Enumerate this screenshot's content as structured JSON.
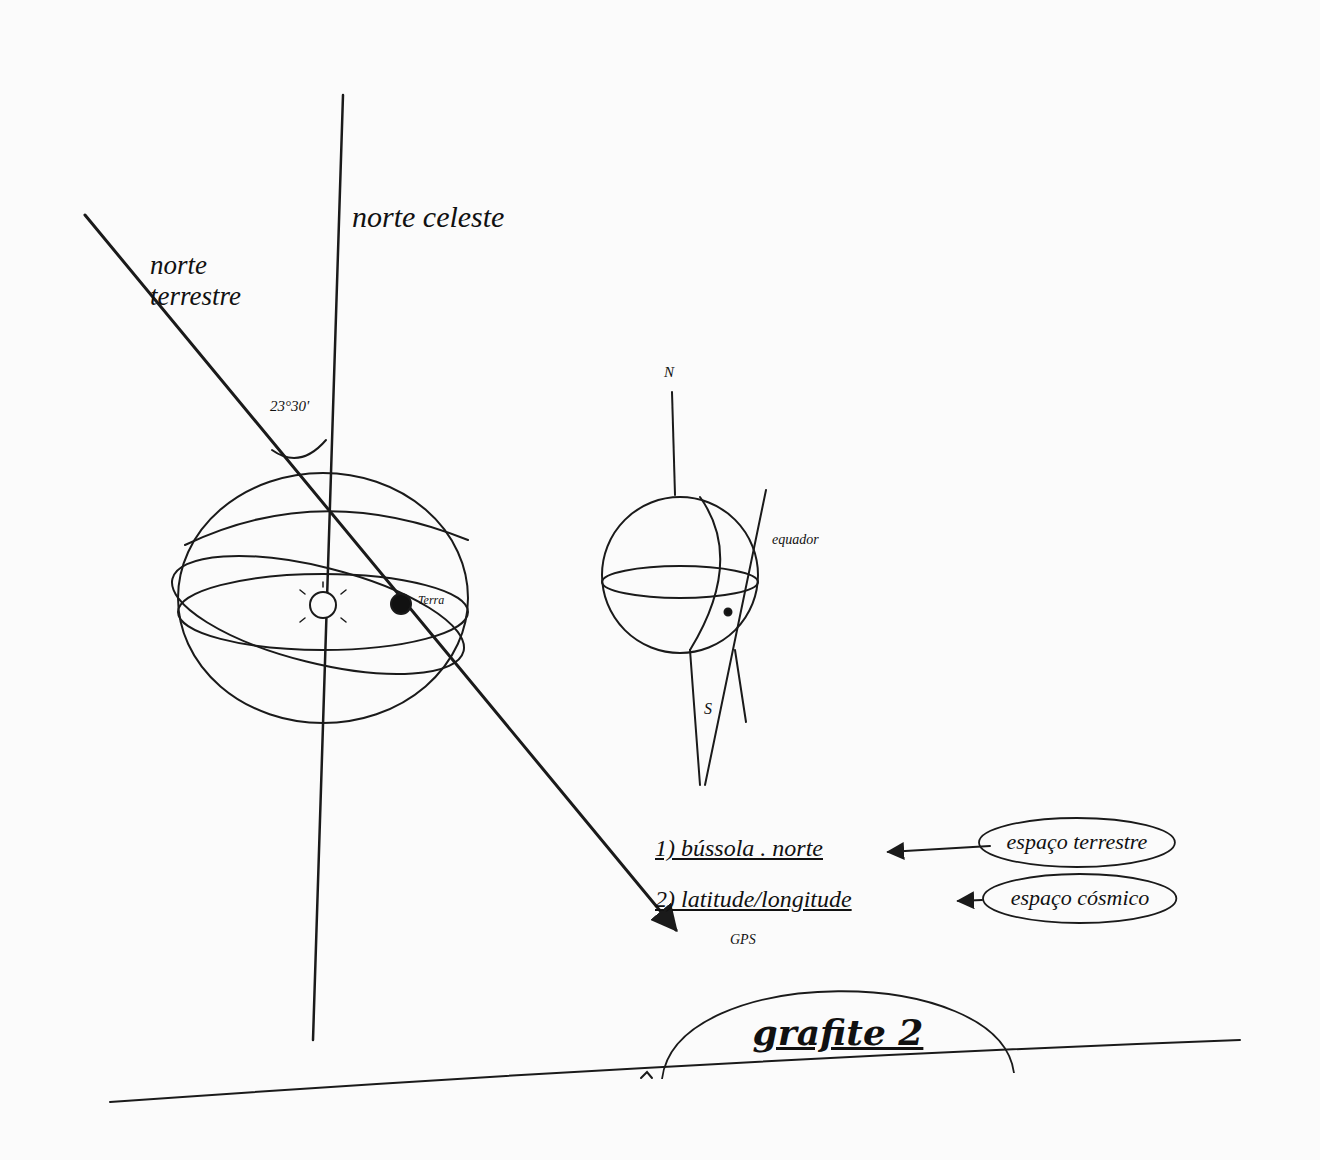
{
  "diagram": {
    "nodes": [
      {
        "text": [
          "espaço terrestre"
        ]
      },
      {
        "text": [
          "espaço cósmico"
        ]
      },
      {
        "text": [
          "grafite 2"
        ]
      }
    ],
    "labels": [
      "norte celeste",
      "norte terrestre",
      "23°30'",
      "Terra",
      "N",
      "equador",
      "S",
      "1) bússola . norte",
      "2) latitude/longitude",
      "GPS"
    ]
  }
}
